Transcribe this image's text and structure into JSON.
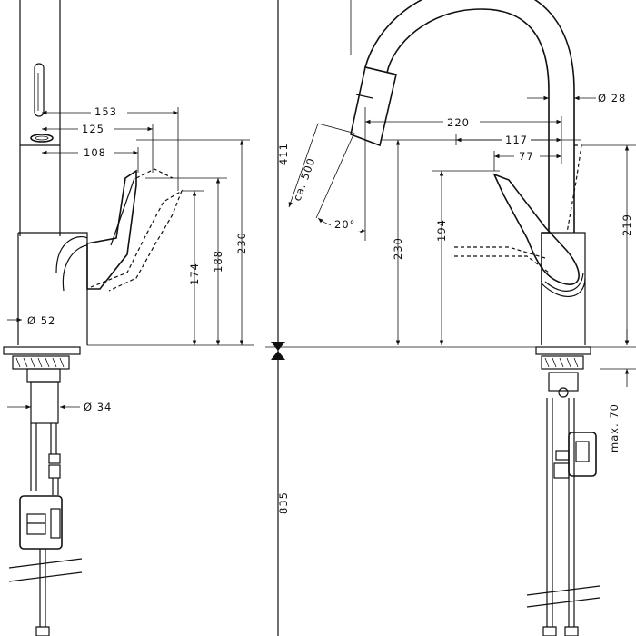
{
  "dimensions": {
    "front": {
      "d153": "153",
      "d125": "125",
      "d108": "108",
      "d174": "174",
      "d188": "188",
      "d230": "230",
      "d52": "Ø 52",
      "d34": "Ø 34"
    },
    "middle": {
      "d411": "411",
      "d835": "835"
    },
    "side": {
      "d28": "Ø 28",
      "d220": "220",
      "d117": "117",
      "d77": "77",
      "d230": "230",
      "d194": "194",
      "d219": "219",
      "d500": "ca. 500",
      "d20": "20°",
      "dmax70": "max. 70"
    }
  }
}
